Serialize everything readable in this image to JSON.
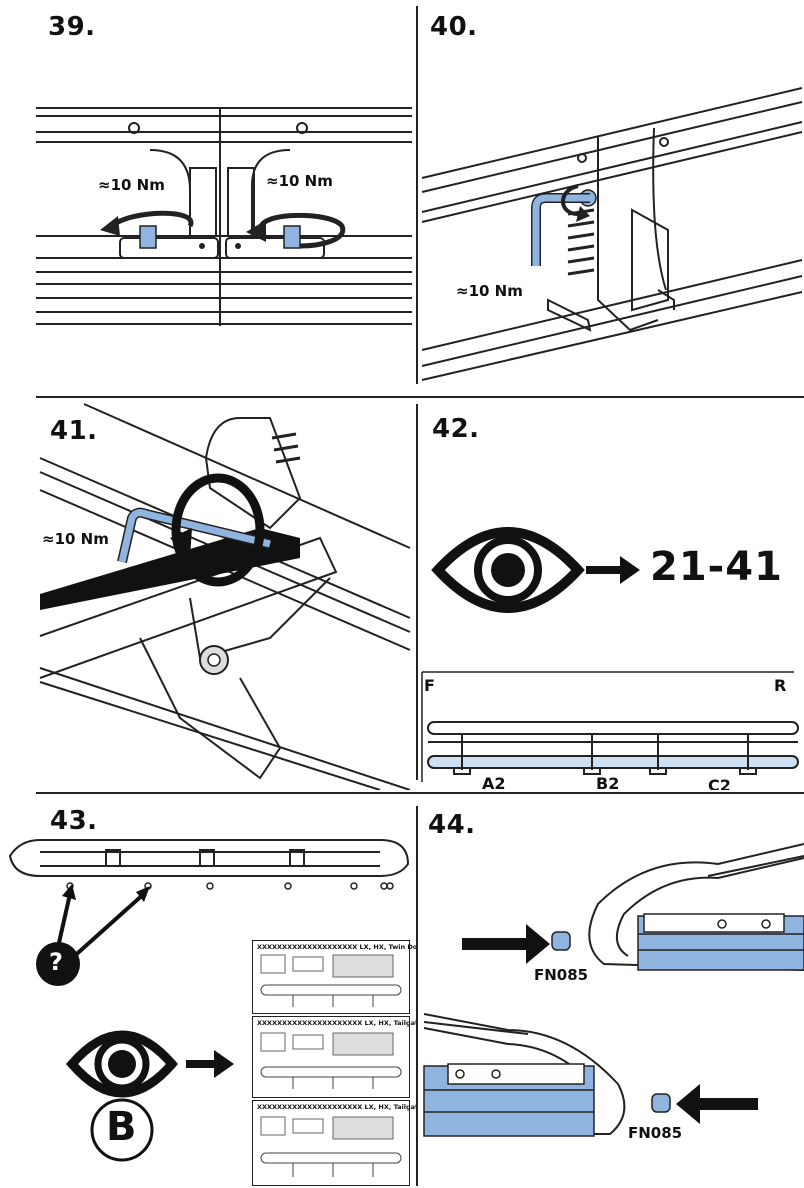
{
  "steps": {
    "s39": {
      "number": "39.",
      "torque_left": "≈10 Nm",
      "torque_right": "≈10 Nm"
    },
    "s40": {
      "number": "40.",
      "torque": "≈10 Nm"
    },
    "s41": {
      "number": "41.",
      "torque": "≈10 Nm"
    },
    "s42": {
      "number": "42.",
      "reference": "21-41",
      "front_label": "F",
      "rear_label": "R",
      "positions": [
        "A2",
        "B2",
        "C2"
      ]
    },
    "s43": {
      "number": "43.",
      "question_mark": "?",
      "badge": "B",
      "cards": [
        {
          "title": "XXXXXXXXXXXXXXXXXXXX LX, HX, Twin Doors"
        },
        {
          "title": "XXXXXXXXXXXXXXXXXXXXX LX, HX, Tailgate"
        },
        {
          "title": "XXXXXXXXXXXXXXXXXXXXX LX, HX, Tailgate"
        }
      ]
    },
    "s44": {
      "number": "44.",
      "part_top": "FN085",
      "part_bottom": "FN085"
    }
  },
  "colors": {
    "accent_blue": "#8fb4df",
    "line": "#222222",
    "background": "#ffffff"
  },
  "icons": [
    "eye-icon",
    "arrow-right-icon",
    "rotation-arrow-icon",
    "hex-key-icon",
    "question-badge-icon"
  ]
}
